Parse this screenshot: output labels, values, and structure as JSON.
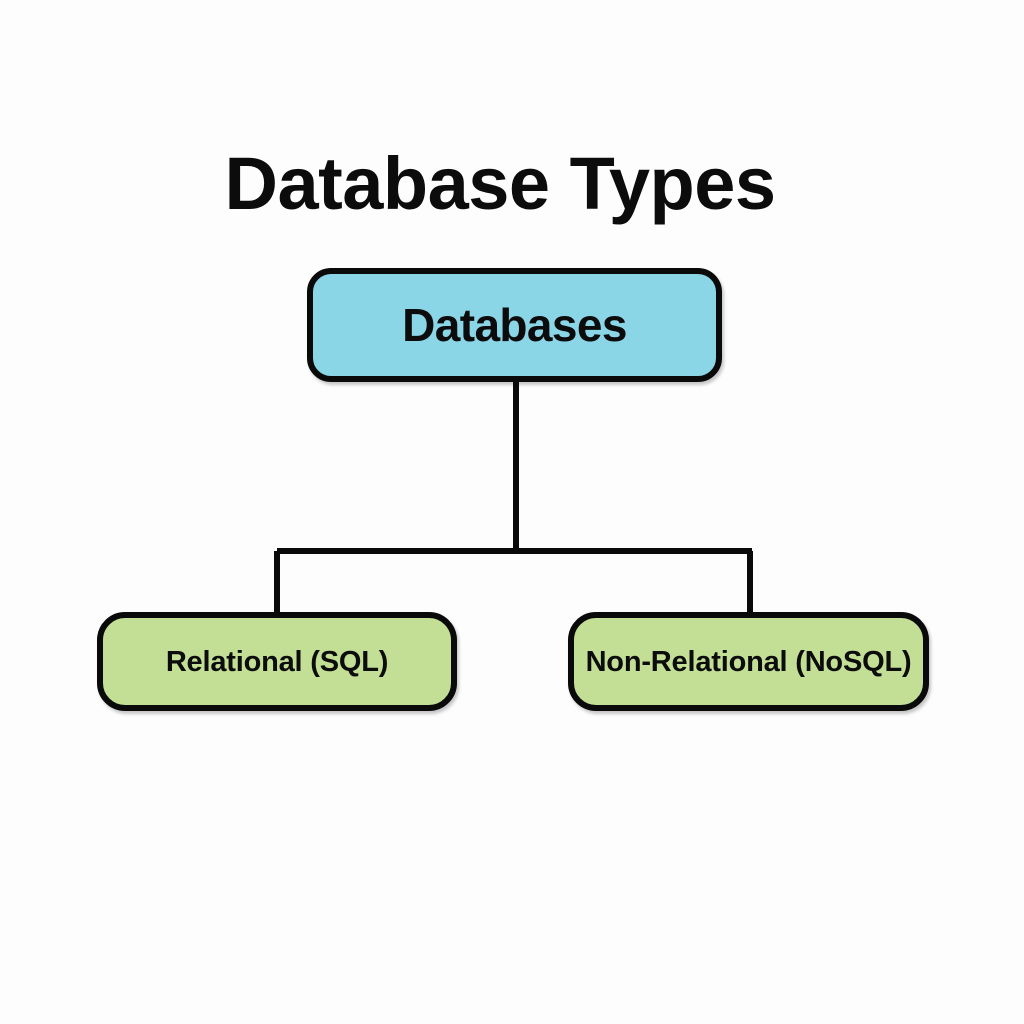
{
  "page": {
    "background_color": "#fdfdfd",
    "title": "Database Types",
    "title_color": "#0c0c0c"
  },
  "diagram": {
    "type": "tree",
    "orientation": "top-down",
    "connector_color": "#0a0a0a",
    "node_border_color": "#0a0a0a",
    "root": {
      "id": "databases",
      "label": "Databases",
      "fill_color": "#8ad5e6",
      "text_color": "#0c0c0c"
    },
    "children": [
      {
        "id": "relational-sql",
        "label": "Relational (SQL)",
        "fill_color": "#c2df95",
        "text_color": "#0c0c0c"
      },
      {
        "id": "non-relational-nosql",
        "label": "Non-Relational (NoSQL)",
        "fill_color": "#c2df95",
        "text_color": "#0c0c0c"
      }
    ]
  }
}
